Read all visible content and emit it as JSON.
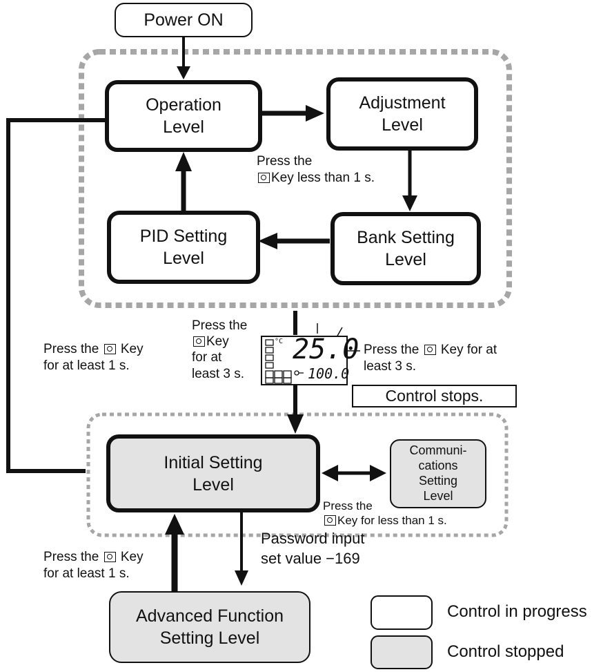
{
  "power_on": "Power ON",
  "levels": {
    "operation": [
      "Operation",
      "Level"
    ],
    "adjustment": [
      "Adjustment",
      "Level"
    ],
    "bank_setting": [
      "Bank Setting",
      "Level"
    ],
    "pid_setting": [
      "PID Setting",
      "Level"
    ],
    "initial_setting": [
      "Initial Setting",
      "Level"
    ],
    "communications_setting": [
      "Communi-",
      "cations",
      "Setting",
      "Level"
    ],
    "advanced_function": [
      "Advanced Function",
      "Setting Level"
    ]
  },
  "notes": {
    "adjustment_to_bank": {
      "line1": "Press the",
      "line2_suffix": "Key less than 1 s."
    },
    "to_initial_left": {
      "line1": "Press the",
      "line1_suffix": "Key",
      "line2": "for at least 3 s."
    },
    "to_initial_right": {
      "prefix": "Press the",
      "suffix": "Key for at",
      "line2": "least 3 s."
    },
    "initial_to_operation": {
      "prefix": "Press the",
      "suffix": "Key",
      "line2": "for at least 1 s."
    },
    "initial_to_comms": {
      "line1": "Press the",
      "line2_suffix": "Key for less than 1 s."
    },
    "advanced_to_initial": {
      "prefix": "Press the",
      "suffix": "Key",
      "line2": "for at least 1 s."
    },
    "password": {
      "line1": "Password input",
      "line2": "set value −169"
    }
  },
  "control_stops": "Control stops.",
  "display": {
    "unit": "°C",
    "main_value": "25.0",
    "sub_value": "100.0"
  },
  "legend": {
    "control_in_progress": "Control in progress",
    "control_stopped": "Control stopped"
  },
  "colors": {
    "line": "#111111",
    "stopped_fill": "#e3e3e3",
    "dash_gray": "#a6a6a6"
  }
}
